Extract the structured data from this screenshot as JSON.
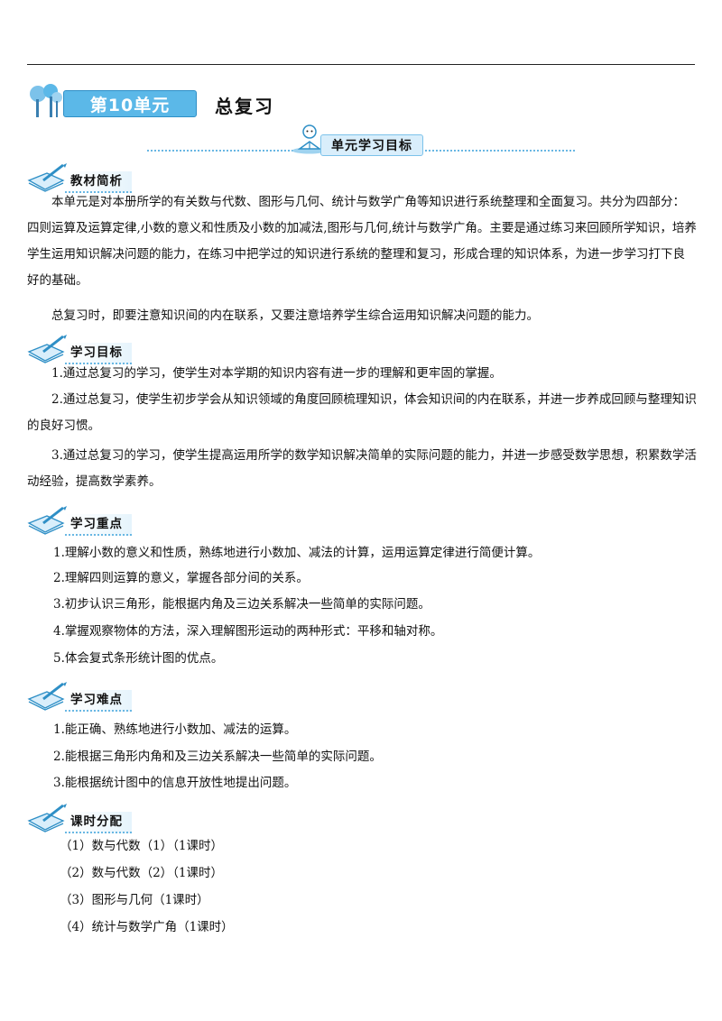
{
  "unit": {
    "badge": "第10单元",
    "title": "总复习"
  },
  "banner": {
    "label": "单元学习目标"
  },
  "sections": {
    "analysis": {
      "heading": "教材简析",
      "paragraphs": [
        "本单元是对本册所学的有关数与代数、图形与几何、统计与数学广角等知识进行系统整理和全面复习。共分为四部分：四则运算及运算定律,小数的意义和性质及小数的加减法,图形与几何,统计与数学广角。主要是通过练习来回顾所学知识，培养学生运用知识解决问题的能力，在练习中把学过的知识进行系统的整理和复习，形成合理的知识体系，为进一步学习打下良好的基础。",
        "总复习时，即要注意知识间的内在联系，又要注意培养学生综合运用知识解决问题的能力。"
      ]
    },
    "goals": {
      "heading": "学习目标",
      "items": [
        "1.通过总复习的学习，使学生对本学期的知识内容有进一步的理解和更牢固的掌握。",
        "2.通过总复习，使学生初步学会从知识领域的角度回顾梳理知识，体会知识间的内在联系，并进一步养成回顾与整理知识的良好习惯。",
        "3.通过总复习的学习，使学生提高运用所学的数学知识解决简单的实际问题的能力，并进一步感受数学思想，积累数学活动经验，提高数学素养。"
      ]
    },
    "key_points": {
      "heading": "学习重点",
      "items": [
        "1.理解小数的意义和性质，熟练地进行小数加、减法的计算，运用运算定律进行简便计算。",
        "2.理解四则运算的意义，掌握各部分间的关系。",
        "3.初步认识三角形，能根据内角及三边关系解决一些简单的实际问题。",
        "4.掌握观察物体的方法，深入理解图形运动的两种形式：平移和轴对称。",
        "5.体会复式条形统计图的优点。"
      ]
    },
    "difficulties": {
      "heading": "学习难点",
      "items": [
        "1.能正确、熟练地进行小数加、减法的运算。",
        "2.能根据三角形内角和及三边关系解决一些简单的实际问题。",
        "3.能根据统计图中的信息开放性地提出问题。"
      ]
    },
    "schedule": {
      "heading": "课时分配",
      "items": [
        "（1）数与代数（1）（1课时）",
        "（2）数与代数（2）（1课时）",
        "（3）图形与几何（1课时）",
        "（4）统计与数学广角（1课时）"
      ]
    }
  },
  "colors": {
    "accent": "#5bb8e8",
    "accent_light": "#d9eefb"
  },
  "icons": [
    "tree-icon",
    "reading-child-icon",
    "pen-book-icon"
  ]
}
